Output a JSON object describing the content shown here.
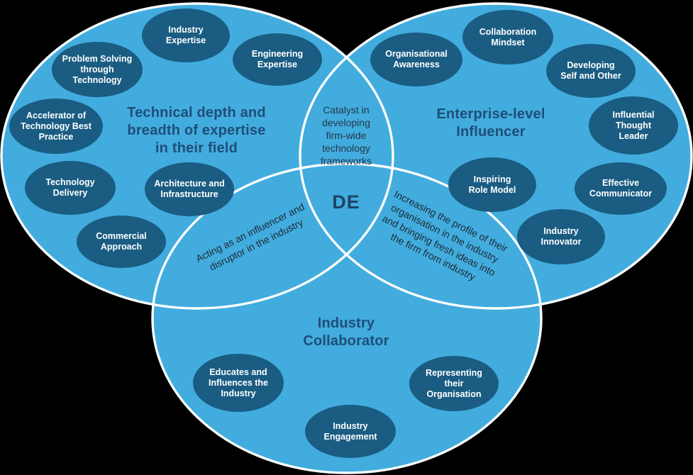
{
  "venn": {
    "colors": {
      "background": "#000000",
      "circle_fill": "#42ACDE",
      "circle_stroke": "#FAFDFE",
      "node_fill": "#1A5C82",
      "node_text": "#FFFFFF",
      "title_text": "#1F4E79",
      "center_text": "#1E4467",
      "catalyst_text": "#233849",
      "overlap_text": "#1E2B36"
    },
    "center_label": "DE",
    "overlap_top": "Catalyst in\ndeveloping\nfirm-wide\ntechnology\nframeworks",
    "overlap_left": "Acting as an influencer and\ndisruptor in the industry",
    "overlap_right": "Increasing the profile of their\norganisation in the industry\nand bringing fresh ideas into\nthe firm from industry",
    "circles": [
      {
        "id": "technical-depth",
        "title": "Technical depth and\nbreadth of expertise\nin their field",
        "items": [
          "Industry\nExpertise",
          "Engineering\nExpertise",
          "Problem Solving\nthrough\nTechnology",
          "Accelerator of\nTechnology Best\nPractice",
          "Technology\nDelivery",
          "Architecture and\nInfrastructure",
          "Commercial\nApproach"
        ]
      },
      {
        "id": "enterprise-influencer",
        "title": "Enterprise-level\nInfluencer",
        "items": [
          "Collaboration\nMindset",
          "Organisational\nAwareness",
          "Developing\nSelf and Other",
          "Influential\nThought\nLeader",
          "Effective\nCommunicator",
          "Inspiring\nRole Model",
          "Industry\nInnovator"
        ]
      },
      {
        "id": "industry-collaborator",
        "title": "Industry\nCollaborator",
        "items": [
          "Educates and\nInfluences the\nIndustry",
          "Representing\ntheir\nOrganisation",
          "Industry\nEngagement"
        ]
      }
    ]
  }
}
